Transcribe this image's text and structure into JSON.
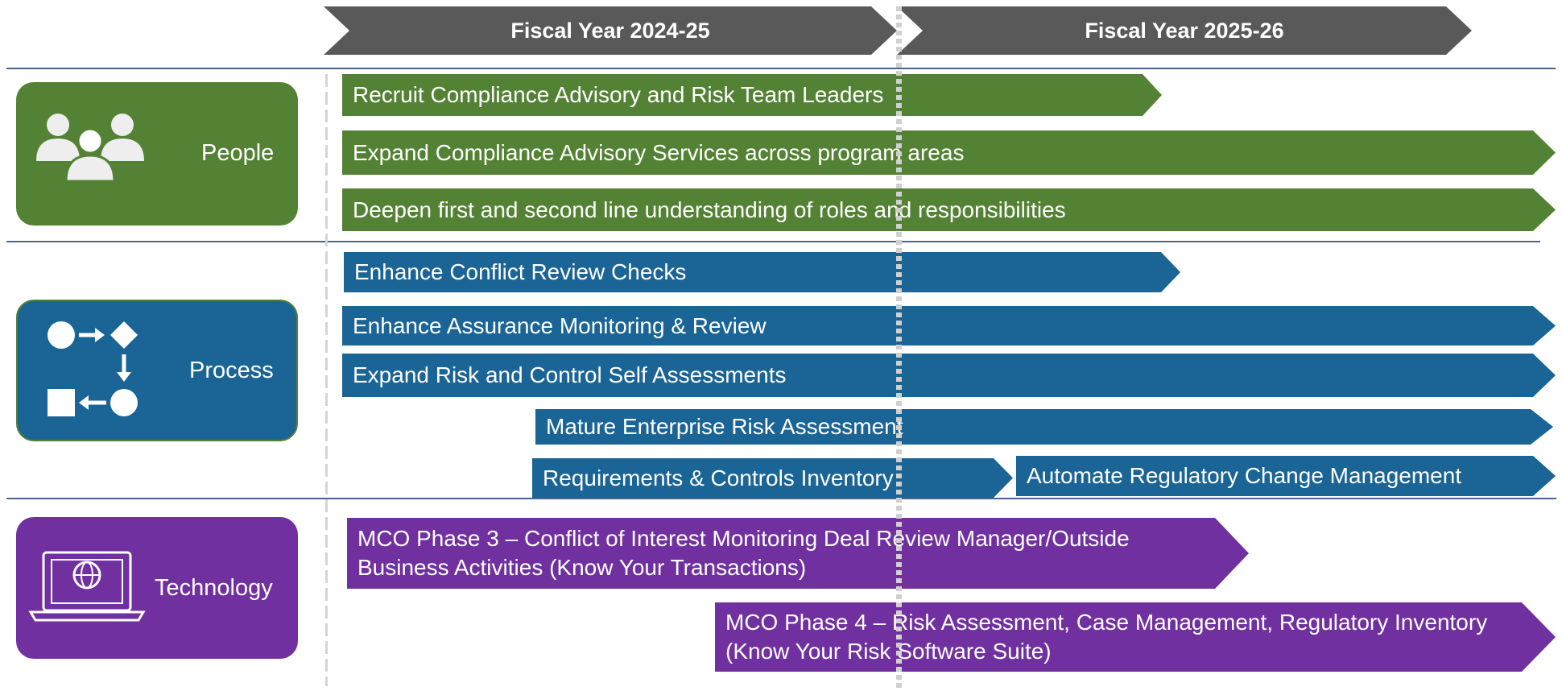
{
  "header": {
    "fy1": "Fiscal Year 2024-25",
    "fy2": "Fiscal Year 2025-26"
  },
  "categories": {
    "people": {
      "label": "People",
      "icon": "people-icon",
      "color": "#548235"
    },
    "process": {
      "label": "Process",
      "icon": "process-flow-icon",
      "color": "#1a6496"
    },
    "technology": {
      "label": "Technology",
      "icon": "laptop-globe-icon",
      "color": "#7030a0"
    }
  },
  "bars": {
    "people": [
      "Recruit Compliance Advisory and Risk Team Leaders",
      "Expand Compliance Advisory Services across program areas",
      "Deepen first and second line understanding of roles and responsibilities"
    ],
    "process": [
      "Enhance Conflict Review Checks",
      "Enhance Assurance Monitoring & Review",
      "Expand Risk and Control Self Assessments",
      "Mature Enterprise Risk Assessment",
      "Requirements & Controls Inventory",
      "Automate Regulatory Change Management"
    ],
    "technology": [
      "MCO Phase 3 – Conflict of Interest Monitoring Deal Review Manager/Outside Business Activities (Know Your Transactions)",
      "MCO Phase 4 – Risk Assessment, Case Management, Regulatory Inventory (Know Your Risk Software Suite)"
    ]
  }
}
